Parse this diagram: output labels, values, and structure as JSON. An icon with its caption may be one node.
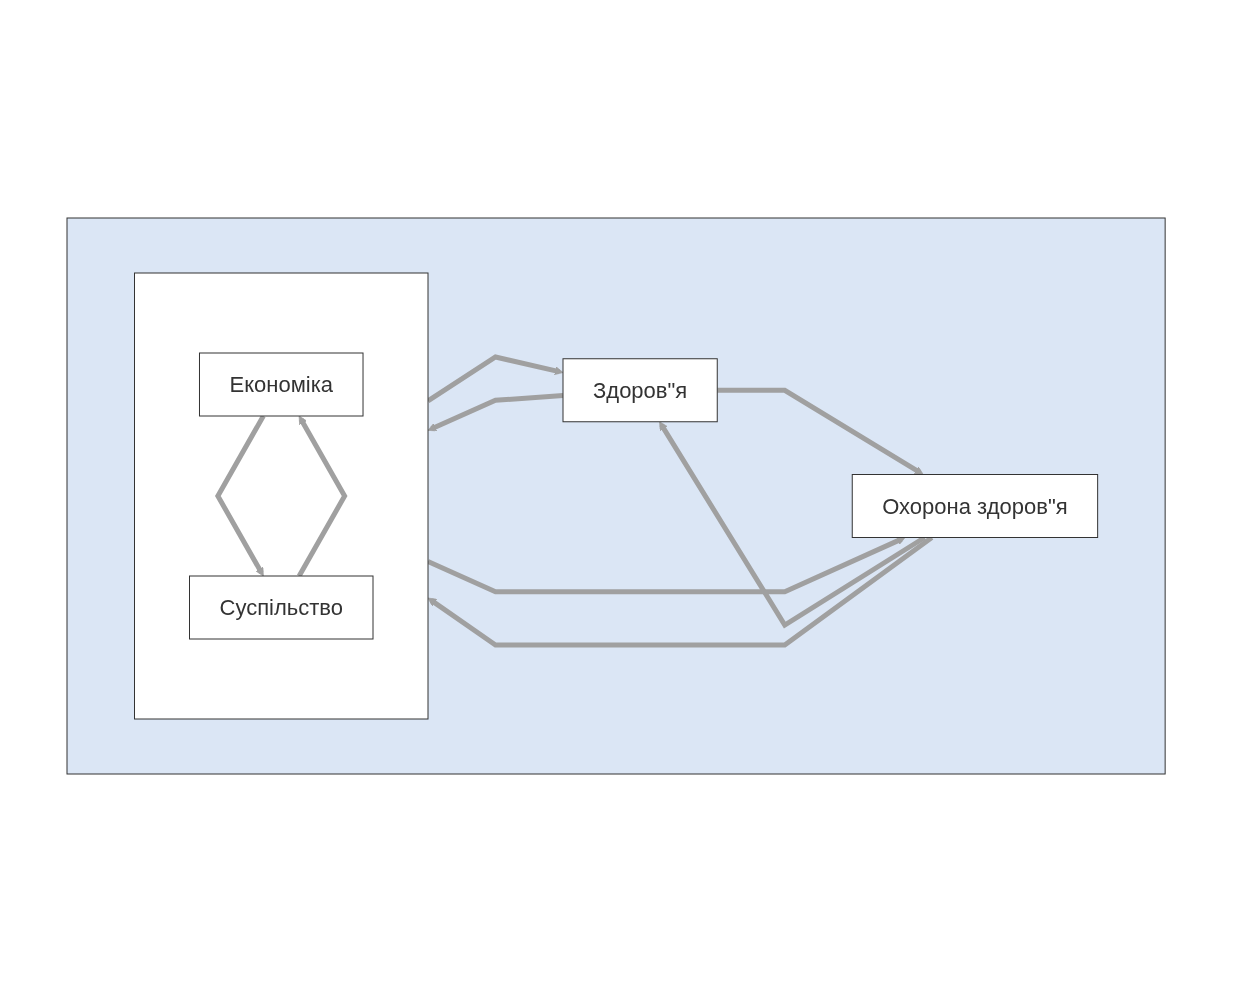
{
  "diagram": {
    "nodes": [
      {
        "text": [],
        "shape": "triangle"
      },
      {
        "text": [
          "Здоров\"я"
        ],
        "in": 0
      },
      {
        "text": [
          "Охорона здоров\"я"
        ],
        "in": 0
      },
      {
        "text": [],
        "shape": "box",
        "in": 0
      },
      {
        "text": [
          "Економіка"
        ],
        "in": 3
      },
      {
        "text": [
          "Суспільство"
        ],
        "in": 3
      }
    ],
    "edges": [
      {
        "from": 1,
        "to": 2,
        "arrow": "to"
      },
      {
        "from": 2,
        "to": 1,
        "arrow": "to"
      },
      {
        "from": 1,
        "to": 3,
        "arrow": "to"
      },
      {
        "from": 3,
        "to": 1,
        "arrow": "to"
      },
      {
        "from": 3,
        "to": 2,
        "arrow": "to"
      },
      {
        "from": 2,
        "to": 3,
        "arrow": "to"
      },
      {
        "from": 5,
        "to": 4,
        "arrow": "to"
      },
      {
        "from": 4,
        "to": 5,
        "arrow": "to"
      }
    ]
  }
}
